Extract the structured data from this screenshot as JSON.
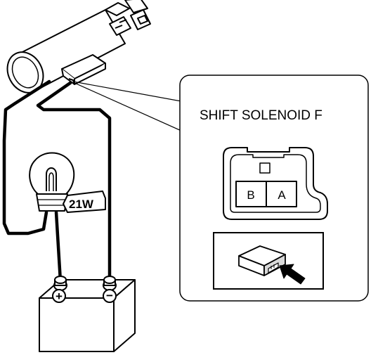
{
  "callout": {
    "title": "SHIFT SOLENOID F",
    "connector_pins": [
      "B",
      "A"
    ]
  },
  "bulb": {
    "rating": "21W"
  },
  "battery": {
    "positive_symbol": "+",
    "negative_symbol": "−"
  },
  "colors": {
    "line": "#000000",
    "background": "#ffffff",
    "shading": "#d9d9d9"
  },
  "icons": [
    "wiring-harness-connector-icon",
    "light-bulb-icon",
    "battery-icon",
    "connector-thumbnail-icon",
    "arrow-icon"
  ]
}
